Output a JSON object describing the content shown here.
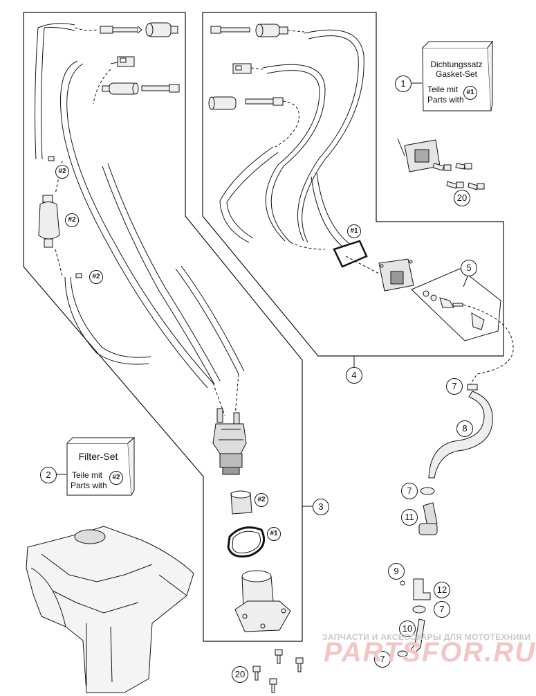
{
  "callouts": {
    "c1": "1",
    "c2": "2",
    "c3": "3",
    "c4": "4",
    "c5": "5",
    "c7a": "7",
    "c7b": "7",
    "c7c": "7",
    "c7d": "7",
    "c8": "8",
    "c9": "9",
    "c10": "10",
    "c11": "11",
    "c12": "12",
    "c20a": "20",
    "c20b": "20"
  },
  "kit_refs": {
    "k1_top": "#1",
    "k1_ring": "#1",
    "k1_box": "#1",
    "k2_a": "#2",
    "k2_b": "#2",
    "k2_c": "#2",
    "k2_d": "#2",
    "k2_box": "#2"
  },
  "gasket_kit": {
    "title_de": "Dichtungssatz",
    "title_en": "Gasket-Set",
    "parts_de": "Teile mit",
    "parts_en": "Parts with"
  },
  "filter_kit": {
    "title": "Filter-Set",
    "parts_de": "Teile mit",
    "parts_en": "Parts with"
  },
  "watermark": {
    "tagline": "ЗАПЧАСТИ И АКСЕССУАРЫ ДЛЯ МОТОТЕХНИКИ",
    "brand": "PARTSFOR.RU"
  },
  "colors": {
    "line": "#111111",
    "part_fill": "#eeeeee",
    "watermark_red": "#f3c6c6"
  }
}
